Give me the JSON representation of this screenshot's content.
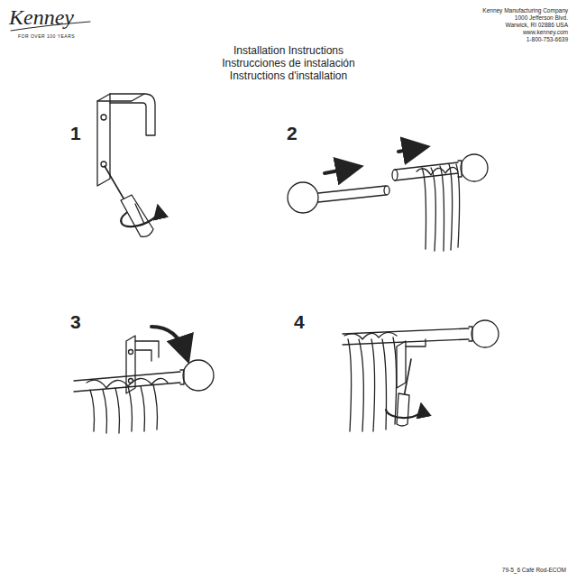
{
  "diagram": {
    "title": "Installation Instructions",
    "labels": [
      "Kenney",
      "FOR OVER 100 YEARS",
      "Kenney Manufacturing Company",
      "1000 Jefferson Blvd.",
      "Warwick, RI 02886 USA",
      "www.kenney.com",
      "1-800-753-6639",
      "Instrucciones de instalación",
      "Instructions d'installation",
      "1",
      "2",
      "3",
      "4",
      "79-5_6 Café Rod-ECOM"
    ]
  }
}
